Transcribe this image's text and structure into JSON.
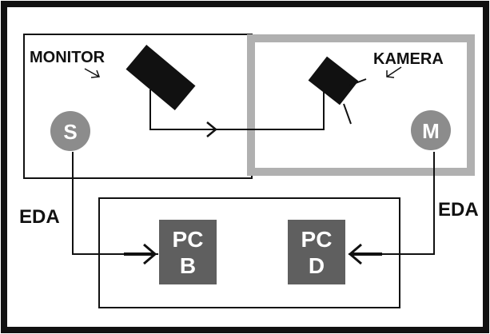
{
  "labels": {
    "monitor": "MONITOR",
    "kamera": "KAMERA",
    "eda_left": "EDA",
    "eda_right": "EDA"
  },
  "nodes": {
    "s": "S",
    "m": "M"
  },
  "pcs": {
    "b": {
      "line1": "PC",
      "line2": "B"
    },
    "d": {
      "line1": "PC",
      "line2": "D"
    }
  },
  "colors": {
    "frame": "#111111",
    "camera_room": "#b0b0b0",
    "node_fill": "#8c8c8c",
    "pc_fill": "#5f5f5f",
    "device_fill": "#111111"
  },
  "icons": {
    "monitor": "monitor-device-icon",
    "camera": "camera-device-icon"
  }
}
